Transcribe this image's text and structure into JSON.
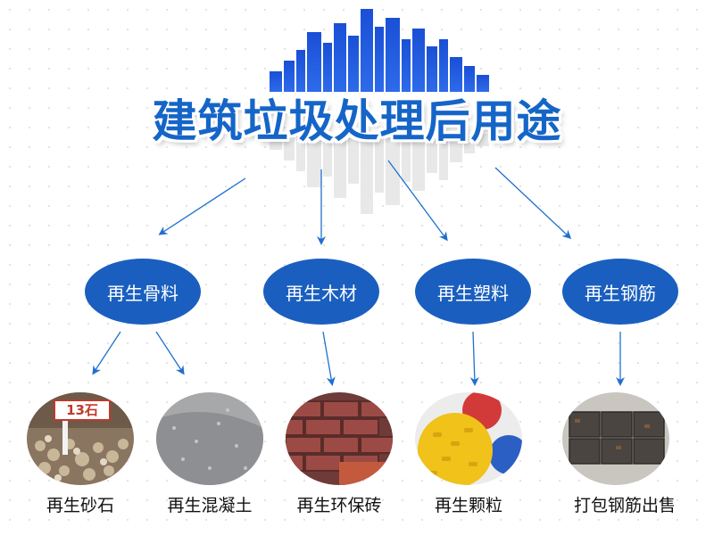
{
  "title": "建筑垃圾处理后用途",
  "colors": {
    "primary": "#1565c8",
    "category_bg": "#1a5fbf",
    "arrow": "#1f6fd0"
  },
  "categories": [
    {
      "label": "再生骨料"
    },
    {
      "label": "再生木材"
    },
    {
      "label": "再生塑料"
    },
    {
      "label": "再生钢筋"
    }
  ],
  "products": [
    {
      "label": "再生砂石",
      "sign": "13石"
    },
    {
      "label": "再生混凝土"
    },
    {
      "label": "再生环保砖"
    },
    {
      "label": "再生颗粒"
    },
    {
      "label": "打包钢筋出售"
    }
  ]
}
